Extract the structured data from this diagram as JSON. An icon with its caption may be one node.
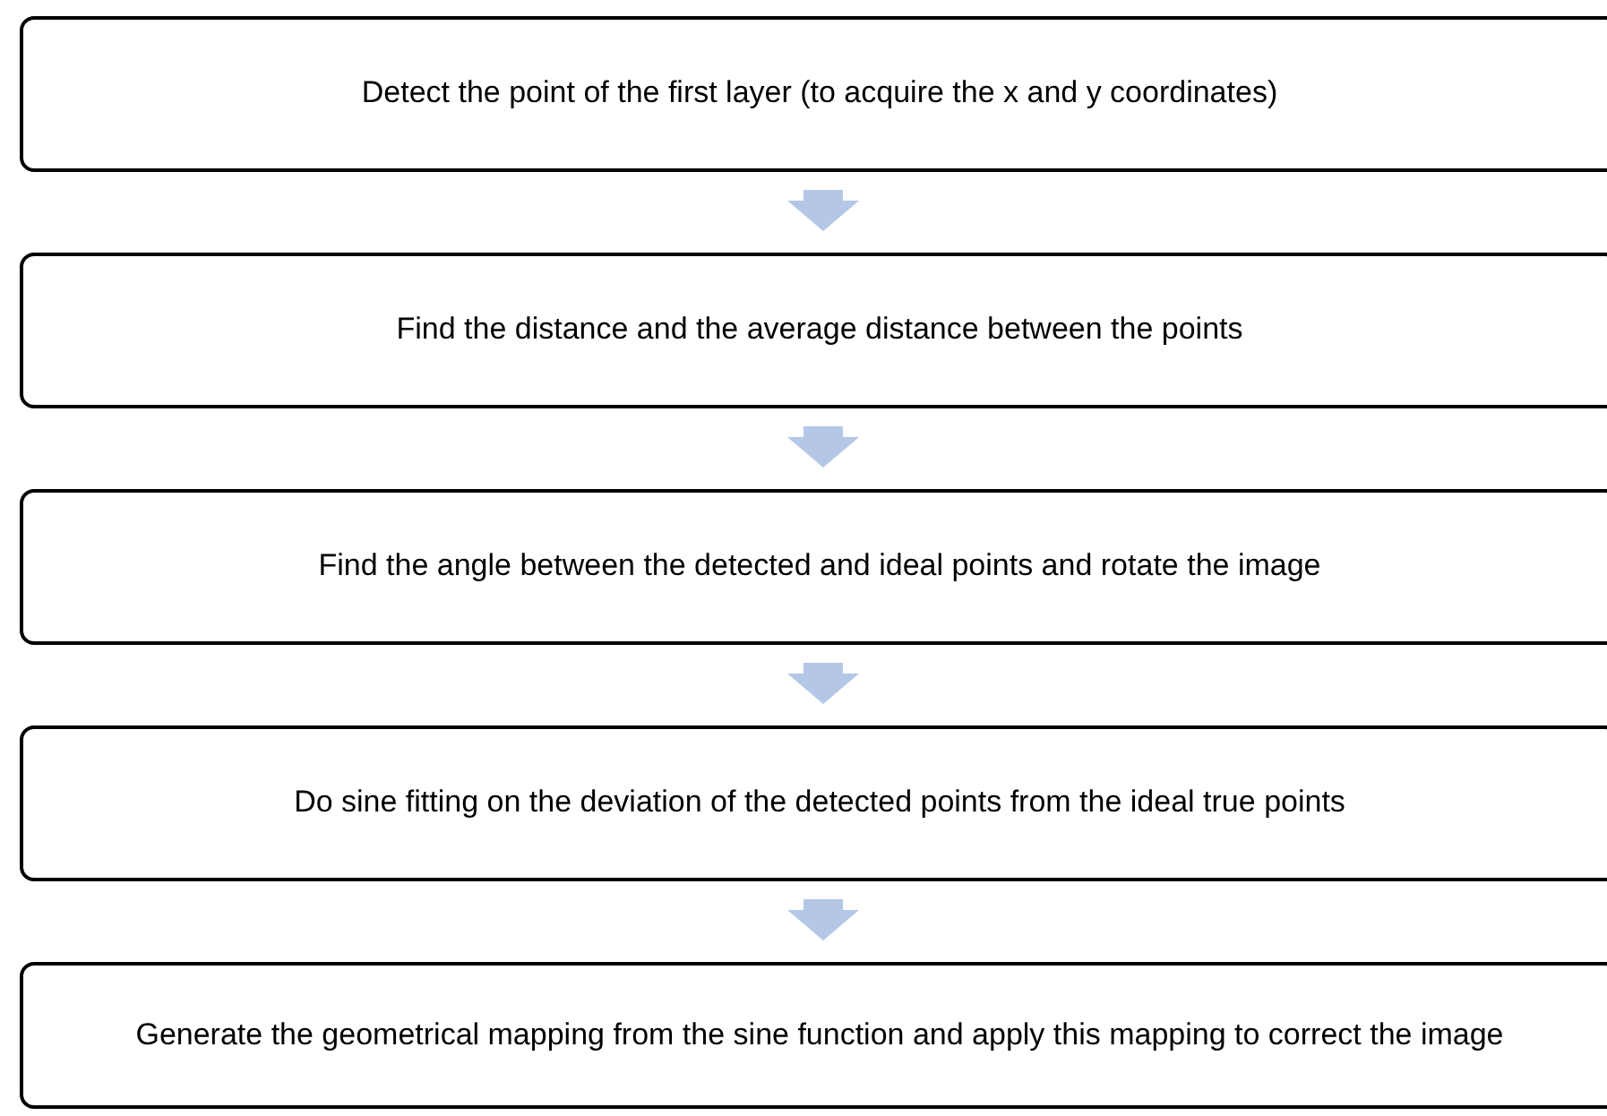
{
  "diagram": {
    "nodes": [
      {
        "text": [
          "Detect the point of the first layer (to acquire the x and y coordinates)"
        ]
      },
      {
        "text": [
          "Find the distance and the average distance between the points"
        ]
      },
      {
        "text": [
          "Find the angle between the detected and ideal points and rotate the image"
        ]
      },
      {
        "text": [
          "Do sine fitting on the deviation of the detected points from the ideal true points"
        ]
      },
      {
        "text": [
          "Generate the geometrical mapping from the sine function and apply this mapping to correct the image"
        ]
      }
    ],
    "edges": [
      {
        "from": 0,
        "to": 1,
        "arrow": "to"
      },
      {
        "from": 1,
        "to": 2,
        "arrow": "to"
      },
      {
        "from": 2,
        "to": 3,
        "arrow": "to"
      },
      {
        "from": 3,
        "to": 4,
        "arrow": "to"
      }
    ]
  }
}
